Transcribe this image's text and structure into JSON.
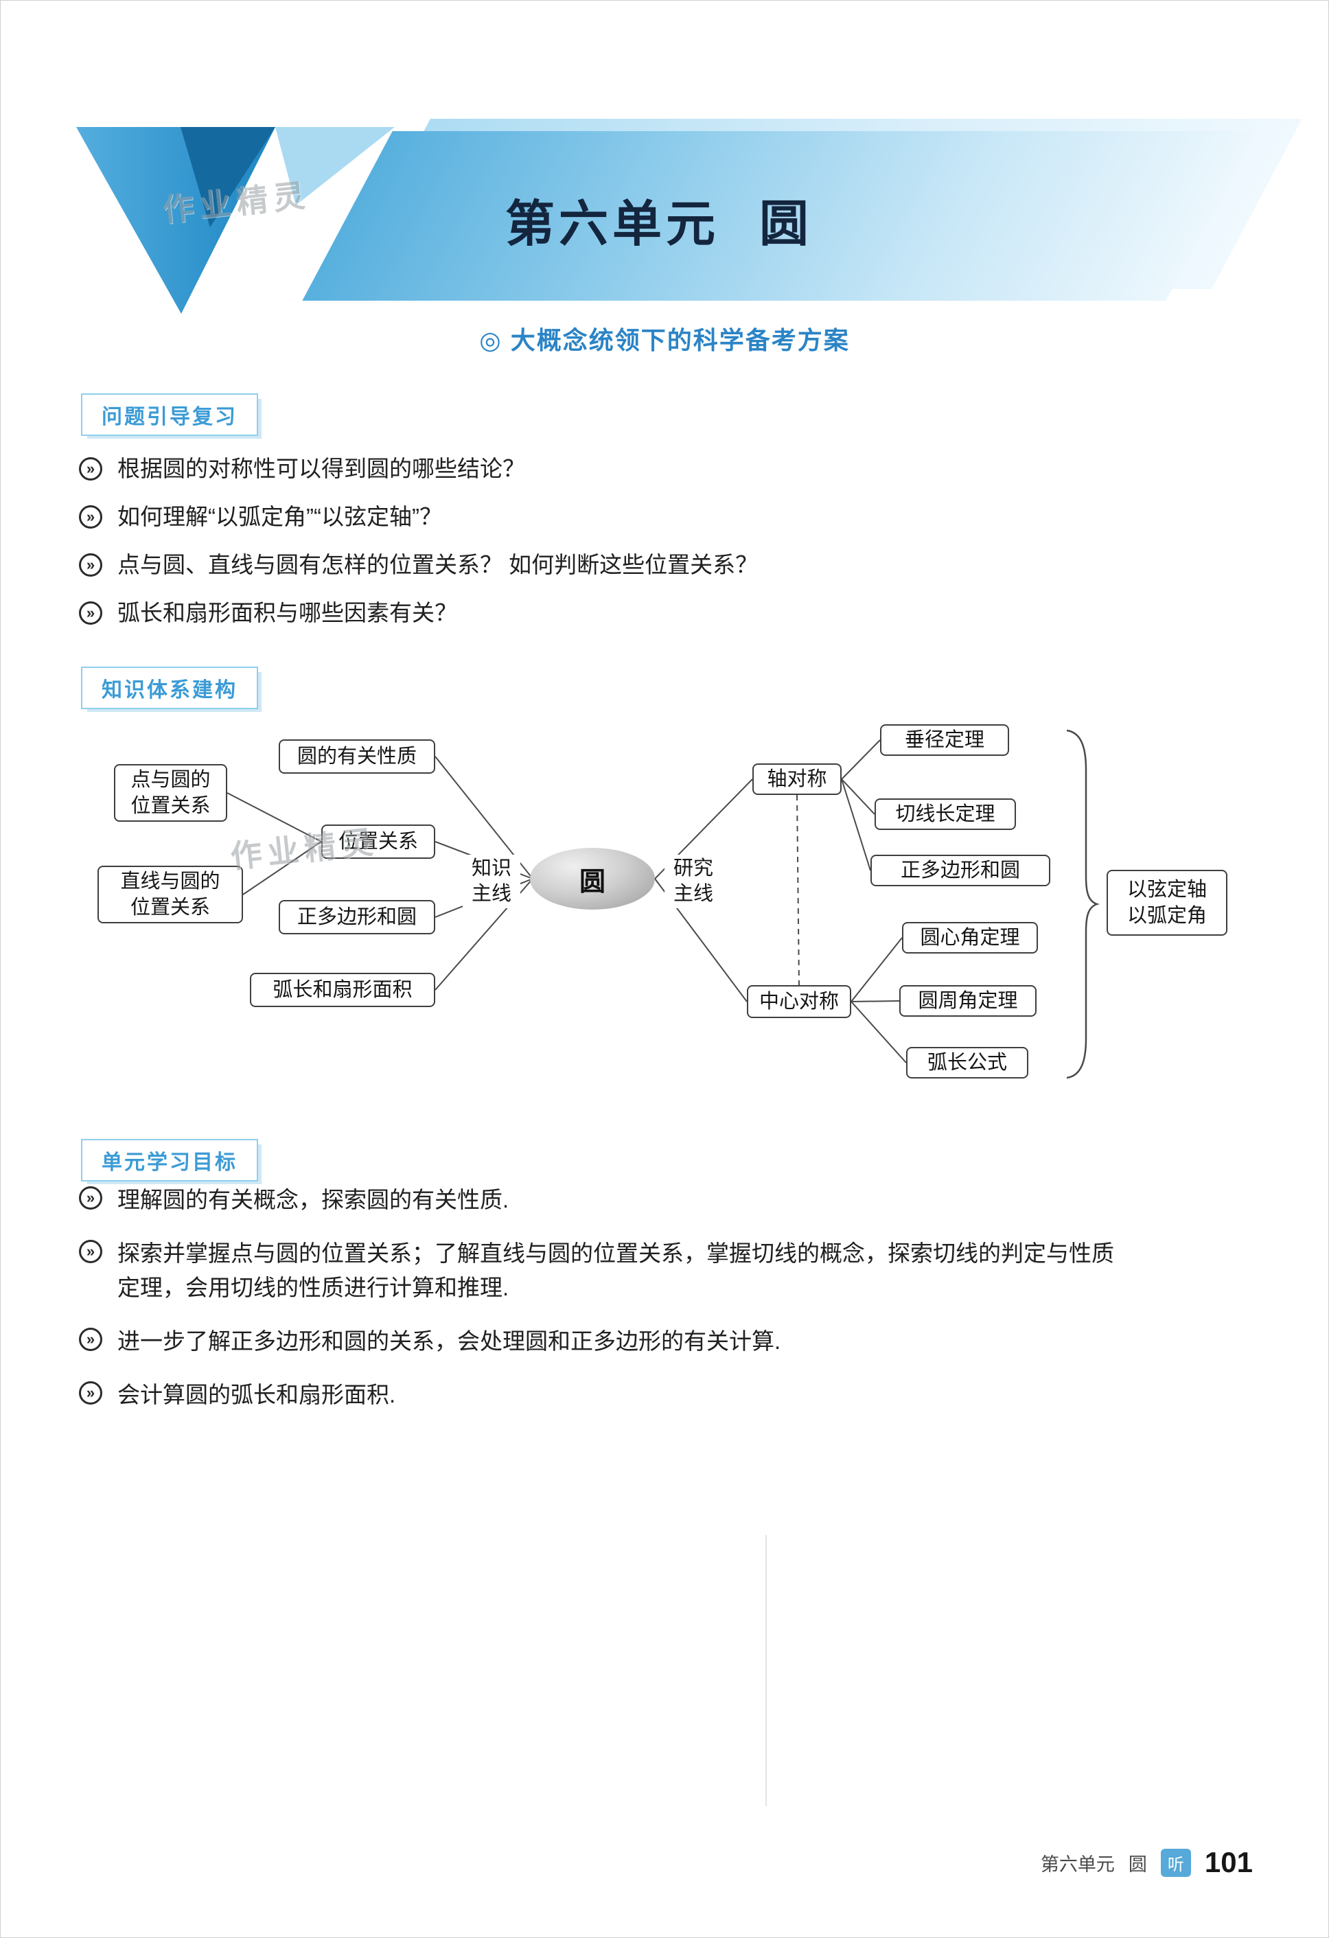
{
  "colors": {
    "accent_blue": "#2b84c6",
    "badge_text_blue": "#3b9bd6",
    "badge_border_blue": "#8ecfec",
    "banner_gradient_start": "#58b0de",
    "banner_gradient_end": "#ecf7fd",
    "title_navy": "#14253e"
  },
  "watermark": "作业精灵",
  "bullet_icon": "»",
  "header": {
    "unit": "第六单元",
    "topic": "圆",
    "subtitle": "◎ 大概念统领下的科学备考方案"
  },
  "review": {
    "badge": "问题引导复习",
    "items": [
      "根据圆的对称性可以得到圆的哪些结论？",
      "如何理解“以弧定角”“以弦定轴”？",
      "点与圆、直线与圆有怎样的位置关系？ 如何判断这些位置关系？",
      "弧长和扇形面积与哪些因素有关？"
    ]
  },
  "knowledge": {
    "badge": "知识体系建构",
    "diagram": {
      "left_boxes": [
        {
          "line1": "点与圆的",
          "line2": "位置关系"
        },
        {
          "line1": "直线与圆的",
          "line2": "位置关系"
        }
      ],
      "mid_boxes": [
        "圆的有关性质",
        "位置关系",
        "正多边形和圆",
        "弧长和扇形面积"
      ],
      "knowledge_label": {
        "line1": "知识",
        "line2": "主线"
      },
      "center": "圆",
      "research_label": {
        "line1": "研究",
        "line2": "主线"
      },
      "axis": "轴对称",
      "central": "中心对称",
      "axis_children": [
        "垂径定理",
        "切线长定理",
        "正多边形和圆"
      ],
      "central_children": [
        "圆心角定理",
        "圆周角定理",
        "弧长公式"
      ],
      "brace_label": {
        "line1": "以弦定轴",
        "line2": "以弧定角"
      }
    }
  },
  "goals": {
    "badge": "单元学习目标",
    "items": [
      "理解圆的有关概念，探索圆的有关性质.",
      "探索并掌握点与圆的位置关系；了解直线与圆的位置关系，掌握切线的概念，探索切线的判定与性质定理，会用切线的性质进行计算和推理.",
      "进一步了解正多边形和圆的关系，会处理圆和正多边形的有关计算.",
      "会计算圆的弧长和扇形面积."
    ]
  },
  "footer": {
    "unit": "第六单元",
    "topic": "圆",
    "listen": "听",
    "page": "101"
  }
}
